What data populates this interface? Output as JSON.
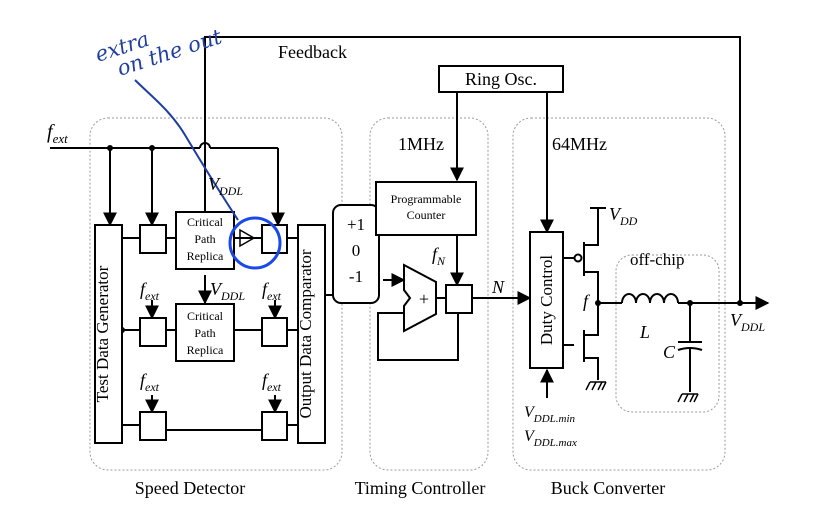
{
  "labels": {
    "feedback": "Feedback",
    "ring_osc": "Ring Osc.",
    "one_mhz": "1MHz",
    "sixty_four_mhz": "64MHz",
    "programmable_counter_1": "Programmable",
    "programmable_counter_2": "Counter",
    "vdd": "V",
    "vdd_sub": "DD",
    "vddl": "V",
    "vddl_sub": "DDL",
    "fext": "f",
    "fext_sub": "ext",
    "fN": "f",
    "fN_sub": "N",
    "N": "N",
    "f": "f",
    "L": "L",
    "C": "C",
    "off_chip": "off-chip",
    "plus1": "+1",
    "zero": "0",
    "minus1": "-1",
    "plus": "+",
    "critical1": "Critical",
    "critical2": "Path",
    "critical3": "Replica",
    "test_data_generator": "Test Data Generator",
    "output_data_comparator": "Output Data Comparator",
    "duty_control": "Duty Control",
    "vddl_min": "V",
    "vddl_min_sub": "DDL.min",
    "vddl_max": "V",
    "vddl_max_sub": "DDL.max",
    "speed_detector": "Speed Detector",
    "timing_controller": "Timing Controller",
    "buck_converter": "Buck Converter",
    "handwriting_1": "extra",
    "handwriting_2": "on the out"
  },
  "colors": {
    "ink": "#000000",
    "handwriting": "#1f3fa0",
    "highlight": "#1a49e6",
    "region_border": "#9a9a9a"
  }
}
